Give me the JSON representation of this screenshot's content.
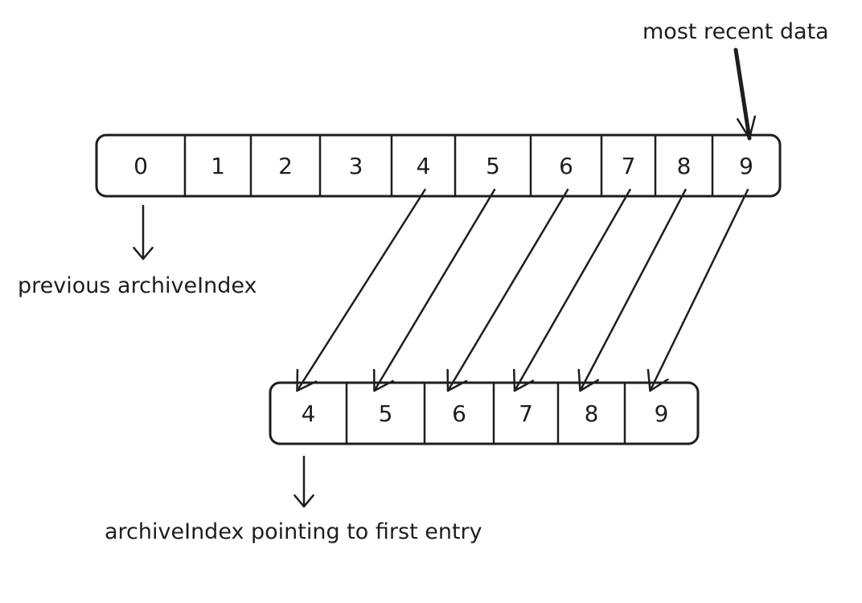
{
  "labels": {
    "most_recent": "most recent data",
    "previous_index": "previous archiveIndex",
    "first_entry": "archiveIndex pointing to first entry"
  },
  "top_array": [
    "0",
    "1",
    "2",
    "3",
    "4",
    "5",
    "6",
    "7",
    "8",
    "9"
  ],
  "bottom_array": [
    "4",
    "5",
    "6",
    "7",
    "8",
    "9"
  ],
  "mappings": [
    {
      "from": 4,
      "to": 0
    },
    {
      "from": 5,
      "to": 1
    },
    {
      "from": 6,
      "to": 2
    },
    {
      "from": 7,
      "to": 3
    },
    {
      "from": 8,
      "to": 4
    },
    {
      "from": 9,
      "to": 5
    }
  ],
  "colors": {
    "stroke": "#1e1e1e",
    "background": "#ffffff"
  }
}
